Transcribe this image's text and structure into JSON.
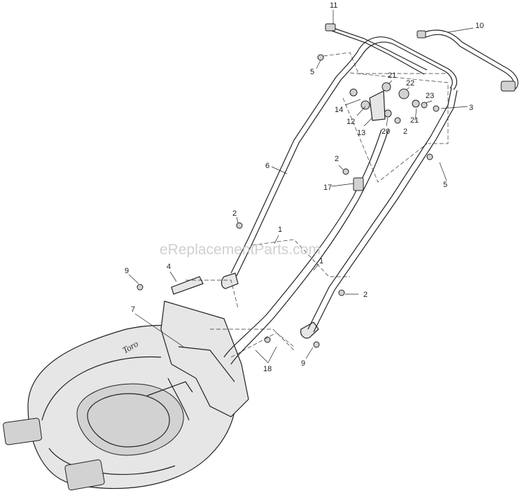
{
  "watermark": "eReplacementParts.com",
  "deck_brand": "Toro",
  "callouts": [
    "11",
    "10",
    "5",
    "21",
    "22",
    "23",
    "3",
    "14",
    "12",
    "13",
    "20",
    "2",
    "21",
    "6",
    "2",
    "17",
    "5",
    "2",
    "1",
    "4",
    "9",
    "7",
    "1",
    "2",
    "9",
    "18"
  ]
}
